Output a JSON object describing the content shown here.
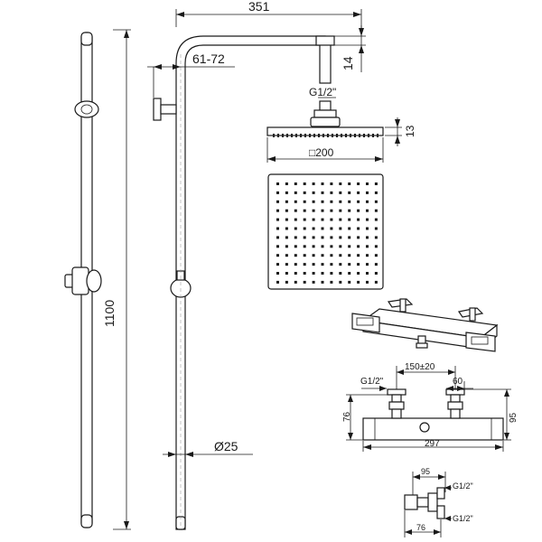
{
  "drawing": {
    "dims": {
      "arm_length": "351",
      "drop": "14",
      "bracket_range": "61-72",
      "head_connection": "G1/2\"",
      "head_height": "13",
      "head_size": "□200",
      "riser_height": "1100",
      "pipe_diameter": "Ø25"
    },
    "valve": {
      "inlet_label": "G1/2\"",
      "centres": "150±20",
      "outlet_width": "60",
      "inlet_depth": "76",
      "body_height": "95",
      "body_width": "297"
    },
    "diverter": {
      "width": "95",
      "top_outlet": "G1/2\"",
      "depth": "76",
      "bottom_outlet": "G1/2\""
    }
  }
}
